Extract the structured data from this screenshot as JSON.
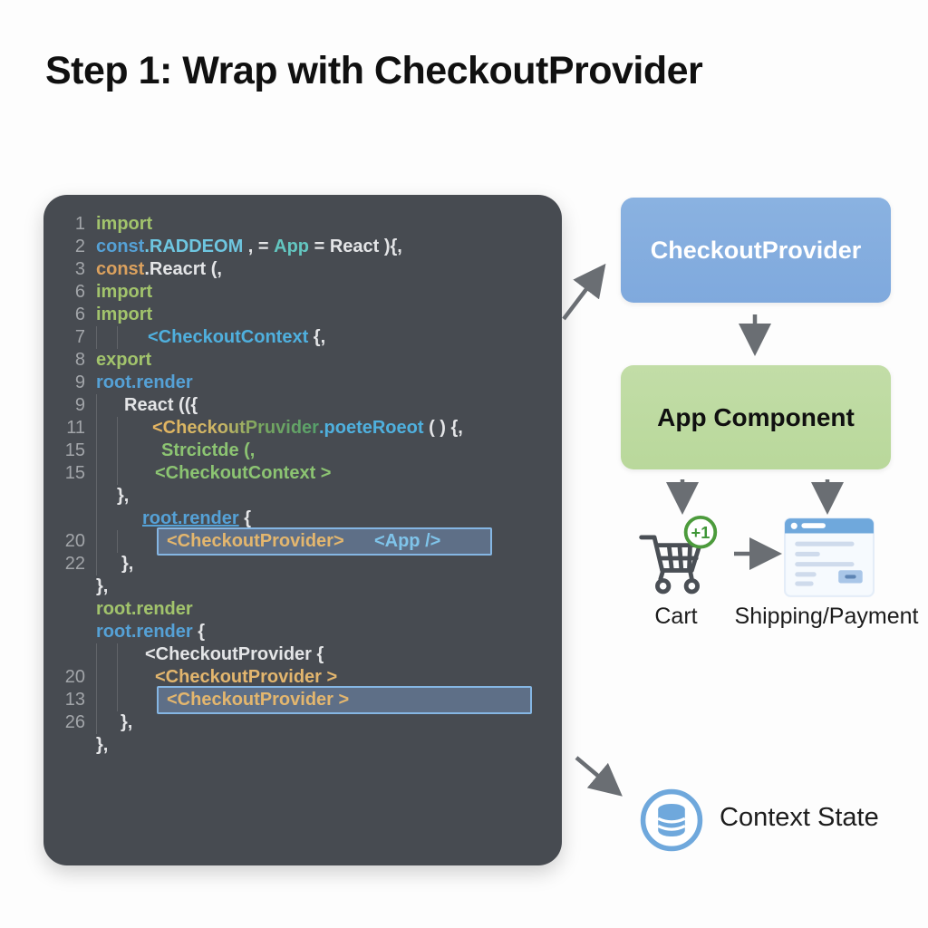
{
  "title": "Step 1: Wrap with CheckoutProvider",
  "editor": {
    "lines": [
      {
        "n": "1",
        "g": 0,
        "p": 0,
        "tk": [
          {
            "t": "import",
            "c": "green"
          }
        ]
      },
      {
        "n": "2",
        "g": 0,
        "p": 0,
        "tk": [
          {
            "t": "const",
            "c": "blue"
          },
          {
            "t": ".RADDEOM",
            "c": "lblue"
          },
          {
            "t": " , = ",
            "c": "plain"
          },
          {
            "t": "App",
            "c": "teal"
          },
          {
            "t": " = ",
            "c": "plain"
          },
          {
            "t": "React ){,",
            "c": "plain"
          }
        ]
      },
      {
        "n": "3",
        "g": 0,
        "p": 0,
        "tk": [
          {
            "t": "const",
            "c": "orange"
          },
          {
            "t": ".Reacrt (,",
            "c": "plain"
          }
        ]
      },
      {
        "n": "6",
        "g": 0,
        "p": 0,
        "tk": [
          {
            "t": "import",
            "c": "green"
          }
        ]
      },
      {
        "n": "6",
        "g": 0,
        "p": 0,
        "tk": [
          {
            "t": "import",
            "c": "green"
          }
        ]
      },
      {
        "n": "7",
        "g": 2,
        "p": 11,
        "tk": [
          {
            "t": "<CheckoutContext",
            "c": "cyan"
          },
          {
            "t": " {,",
            "c": "plain"
          }
        ]
      },
      {
        "n": "8",
        "g": 0,
        "p": 0,
        "tk": [
          {
            "t": "export",
            "c": "green"
          }
        ]
      },
      {
        "n": "9",
        "g": 0,
        "p": 0,
        "tk": [
          {
            "t": "root.render",
            "c": "blue"
          }
        ]
      },
      {
        "n": "9",
        "g": 1,
        "p": 8,
        "tk": [
          {
            "t": "React (({",
            "c": "plain"
          }
        ]
      },
      {
        "n": "11",
        "g": 2,
        "p": 16,
        "tk": [
          {
            "t": "<CheckoutPruvider",
            "c": "grad"
          },
          {
            "t": ".poeteRoeot",
            "c": "cyan"
          },
          {
            "t": " ( ) {,",
            "c": "plain"
          }
        ]
      },
      {
        "n": "15",
        "g": 2,
        "p": 26,
        "tk": [
          {
            "t": "Strcictde (,",
            "c": "green2"
          }
        ]
      },
      {
        "n": "15",
        "g": 2,
        "p": 19,
        "tk": [
          {
            "t": "<CheckoutContext >",
            "c": "green2"
          }
        ]
      },
      {
        "n": "",
        "g": 1,
        "p": 0,
        "tk": [
          {
            "t": "},",
            "c": "plain"
          }
        ]
      },
      {
        "n": "",
        "g": 1,
        "p": 28,
        "tk": [
          {
            "t": "root.render",
            "c": "blueu"
          },
          {
            "t": " {",
            "c": "plain"
          }
        ]
      },
      {
        "n": "20",
        "g": 2,
        "p": 21,
        "hl": "hl1",
        "tk": [
          {
            "t": "<CheckoutProvider>",
            "c": "otag"
          },
          {
            "t": "      ",
            "c": "plain"
          },
          {
            "t": "<App />",
            "c": "lblue2"
          }
        ]
      },
      {
        "n": "22",
        "g": 1,
        "p": 5,
        "tk": [
          {
            "t": "},",
            "c": "plain"
          }
        ]
      },
      {
        "n": "",
        "g": 0,
        "p": 0,
        "tk": [
          {
            "t": "},",
            "c": "plain"
          }
        ]
      },
      {
        "n": "",
        "g": 0,
        "p": 0,
        "tk": [
          {
            "t": "root.render",
            "c": "green"
          }
        ]
      },
      {
        "n": "",
        "g": 0,
        "p": 0,
        "tk": [
          {
            "t": "root.render",
            "c": "blue"
          },
          {
            "t": " {",
            "c": "plain"
          }
        ]
      },
      {
        "n": "",
        "g": 2,
        "p": 8,
        "tk": [
          {
            "t": "<CheckoutProvider {",
            "c": "plain"
          }
        ]
      },
      {
        "n": "20",
        "g": 2,
        "p": 19,
        "tk": [
          {
            "t": "<CheckoutProvider >",
            "c": "otag"
          }
        ]
      },
      {
        "n": "13",
        "g": 2,
        "p": 21,
        "hl": "hl2",
        "tk": [
          {
            "t": "<CheckoutProvider >",
            "c": "otag"
          }
        ]
      },
      {
        "n": "26",
        "g": 1,
        "p": 4,
        "tk": [
          {
            "t": "},",
            "c": "plain"
          }
        ]
      },
      {
        "n": "",
        "g": 0,
        "p": 0,
        "tk": [
          {
            "t": "},",
            "c": "plain"
          }
        ]
      }
    ]
  },
  "flow": {
    "provider_label": "CheckoutProvider",
    "app_label": "App Component",
    "cart_label": "Cart",
    "cart_badge": "+1",
    "shipping_label": "Shipping/Payment",
    "context_label": "Context State"
  },
  "colors": {
    "panel_bg": "#474b51",
    "provider_box": "#7fa9dd",
    "app_box": "#b9d89b",
    "arrow": "#6a6e73",
    "badge_green": "#4c9b3c",
    "icon_blue": "#6fa8dc",
    "highlight_border": "#85b6e3"
  }
}
